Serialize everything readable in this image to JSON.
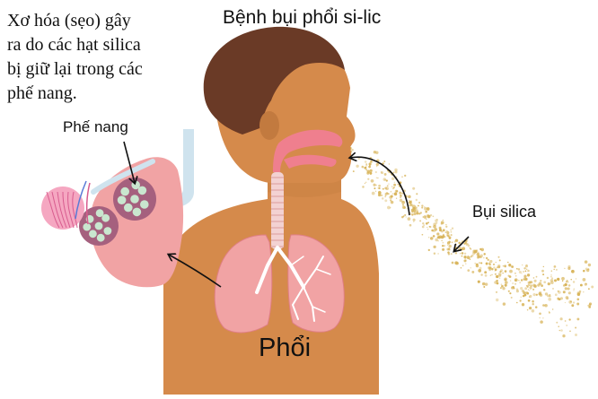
{
  "title": "Bệnh bụi phổi si-lic",
  "caption": "Xơ hóa (sẹo) gây\nra do các hạt silica\nbị giữ lại trong các\nphế nang.",
  "labels": {
    "alveoli": "Phế nang",
    "silica_dust": "Bụi silica",
    "lungs": "Phổi"
  },
  "colors": {
    "skin": "#d58a4b",
    "skin_dark": "#c27a3f",
    "hair": "#6a3a26",
    "lung": "#f1a3a4",
    "lung_dark": "#e07f86",
    "airway": "#ef7f8e",
    "trachea": "#f3d2d2",
    "alveoli_cluster": "#a5607e",
    "alveoli_light": "#c9e6cf",
    "dust": "#d8b45a",
    "arrow": "#111111"
  }
}
